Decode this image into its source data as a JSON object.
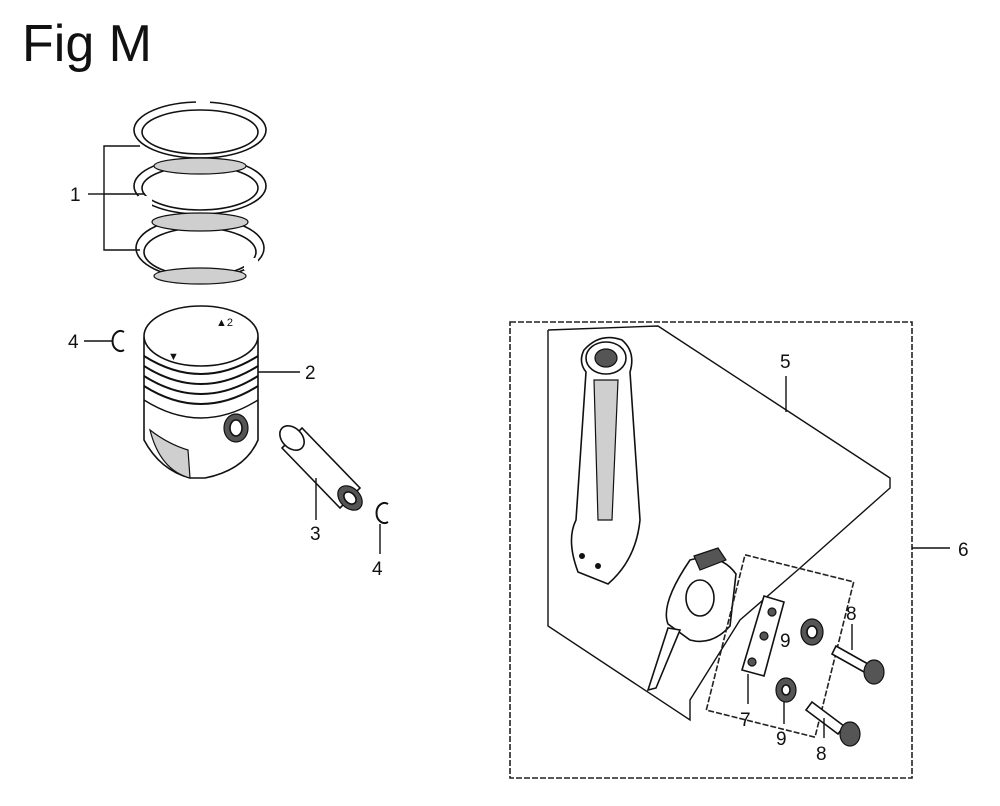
{
  "figure": {
    "title": "Fig M"
  },
  "callouts": [
    {
      "id": "c1",
      "text": "1"
    },
    {
      "id": "c2",
      "text": "2"
    },
    {
      "id": "c3",
      "text": "3"
    },
    {
      "id": "c4a",
      "text": "4"
    },
    {
      "id": "c4b",
      "text": "4"
    },
    {
      "id": "c5",
      "text": "5"
    },
    {
      "id": "c6",
      "text": "6"
    },
    {
      "id": "c7",
      "text": "7"
    },
    {
      "id": "c8a",
      "text": "8"
    },
    {
      "id": "c8b",
      "text": "8"
    },
    {
      "id": "c9a",
      "text": "9"
    },
    {
      "id": "c9b",
      "text": "9"
    }
  ]
}
